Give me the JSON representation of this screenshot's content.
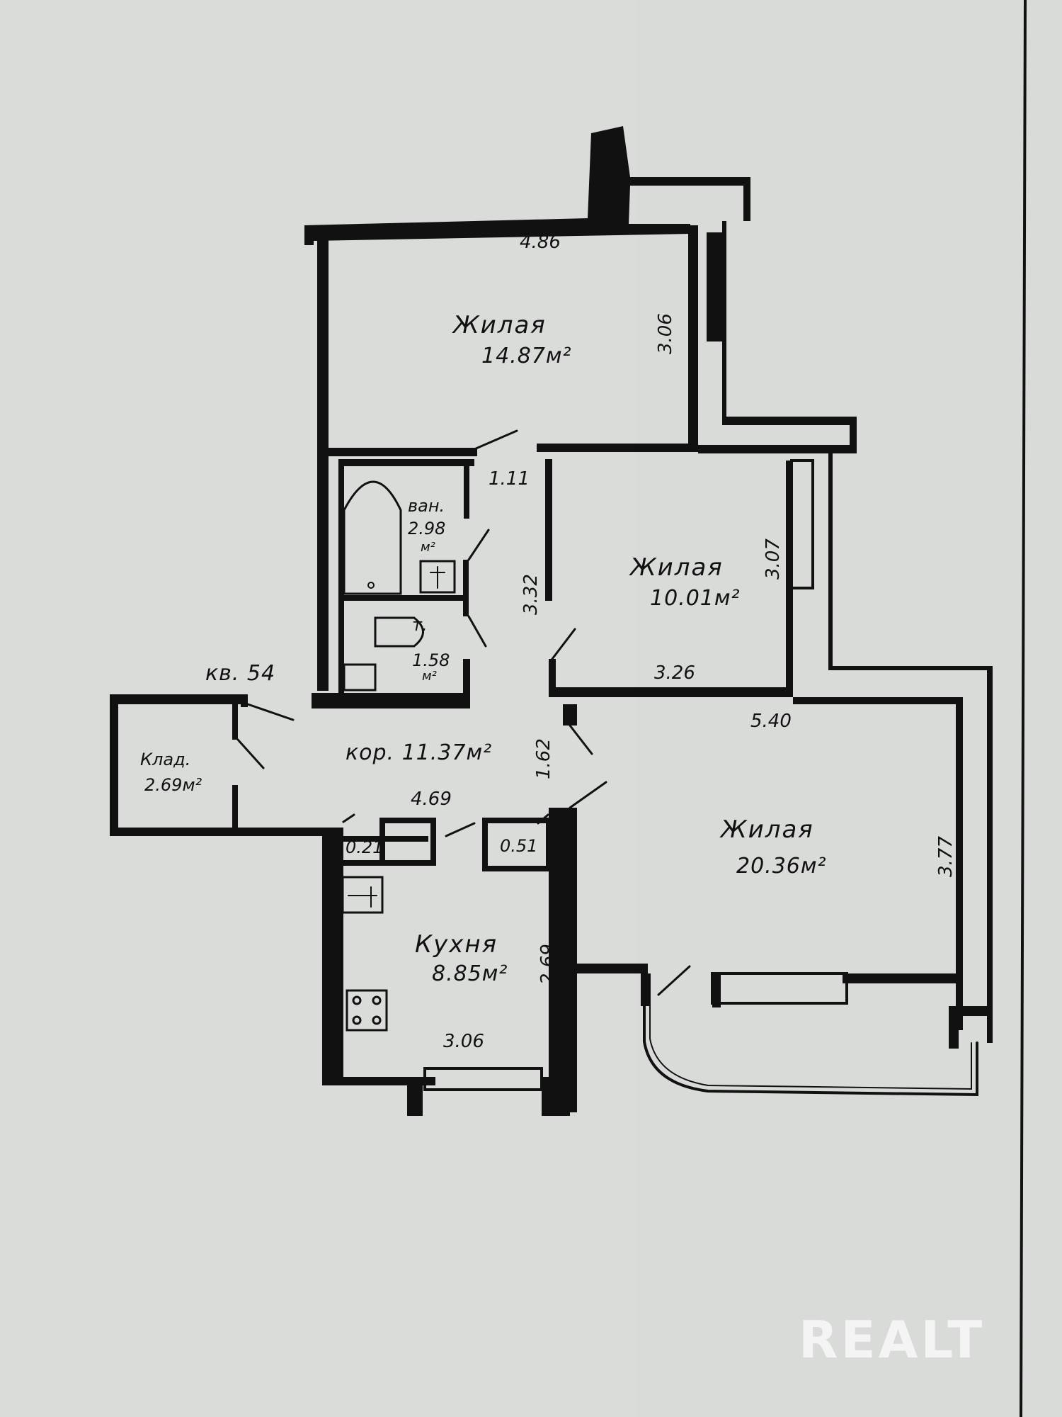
{
  "apartment_label": "кв. 54",
  "rooms": [
    {
      "id": "living-1",
      "name": "Жилая",
      "area": "14.87м²"
    },
    {
      "id": "living-2",
      "name": "Жилая",
      "area": "10.01м²"
    },
    {
      "id": "living-3",
      "name": "Жилая",
      "area": "20.36м²"
    },
    {
      "id": "bath",
      "name": "ван.",
      "area": "2.98",
      "unit": "м²"
    },
    {
      "id": "toilet",
      "name": "т.",
      "area": "1.58",
      "unit": "м²"
    },
    {
      "id": "storage",
      "name": "Клад.",
      "area": "2.69м²"
    },
    {
      "id": "corridor",
      "name": "кор. 11.37м²"
    },
    {
      "id": "kitchen",
      "name": "Кухня",
      "area": "8.85м²"
    }
  ],
  "dimensions": {
    "top_width": "4.86",
    "top_height": "3.06",
    "corridor_gap": "1.11",
    "corridor_len": "3.32",
    "mid_height": "3.07",
    "mid_width": "3.26",
    "big_width": "5.40",
    "big_height": "3.77",
    "corridor_short": "1.62",
    "corridor_width": "4.69",
    "closet_left": "0.21",
    "closet_right": "0.51",
    "kitchen_height": "2.69",
    "kitchen_width": "3.06"
  },
  "watermark": "REALT"
}
